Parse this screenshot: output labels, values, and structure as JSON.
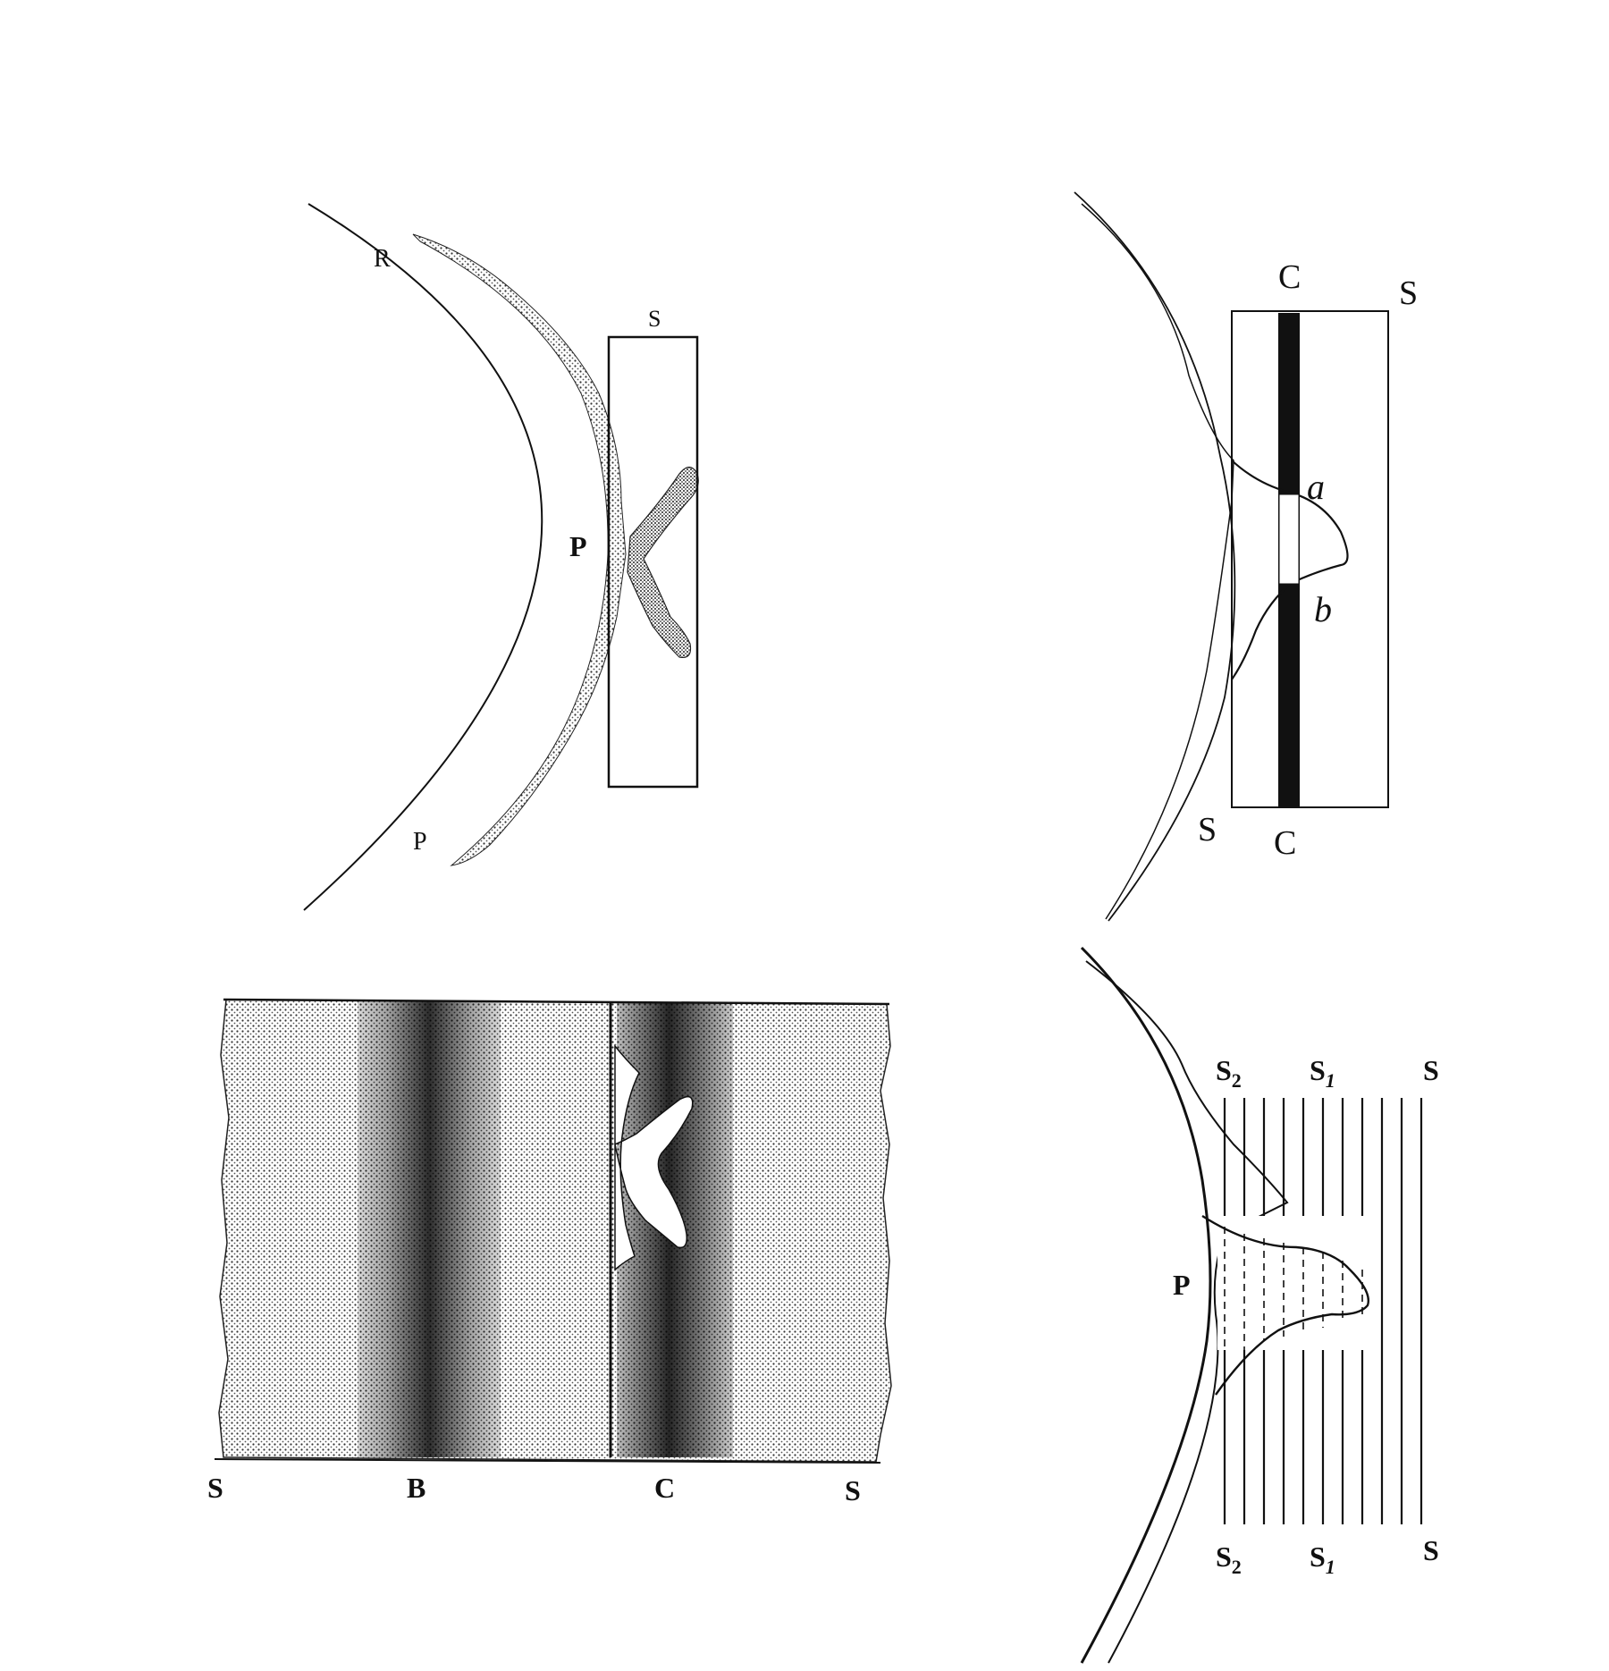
{
  "fig1": {
    "label_r": "R",
    "label_p": "P",
    "label_pp": "P",
    "label_s": "S"
  },
  "fig2": {
    "label_c_top": "C",
    "label_s_top": "S",
    "label_a": "a",
    "label_b": "b",
    "label_s_bottom": "S",
    "label_c_bottom": "C"
  },
  "fig3": {
    "label_s_left": "S",
    "label_b": "B",
    "label_c": "C",
    "label_s_right": "S"
  },
  "fig4": {
    "label_s2_top": "S",
    "sub_2_top": "2",
    "label_s1_top": "S",
    "sub_1_top": "1",
    "label_s_top": "S",
    "label_p": "P",
    "label_s2_bottom": "S",
    "sub_2_bottom": "2",
    "label_s1_bottom": "S",
    "sub_1_bottom": "1",
    "label_s_bottom": "S"
  },
  "colors": {
    "ink": "#111111",
    "paper": "#ffffff",
    "stipple": "#2a2a2a"
  }
}
